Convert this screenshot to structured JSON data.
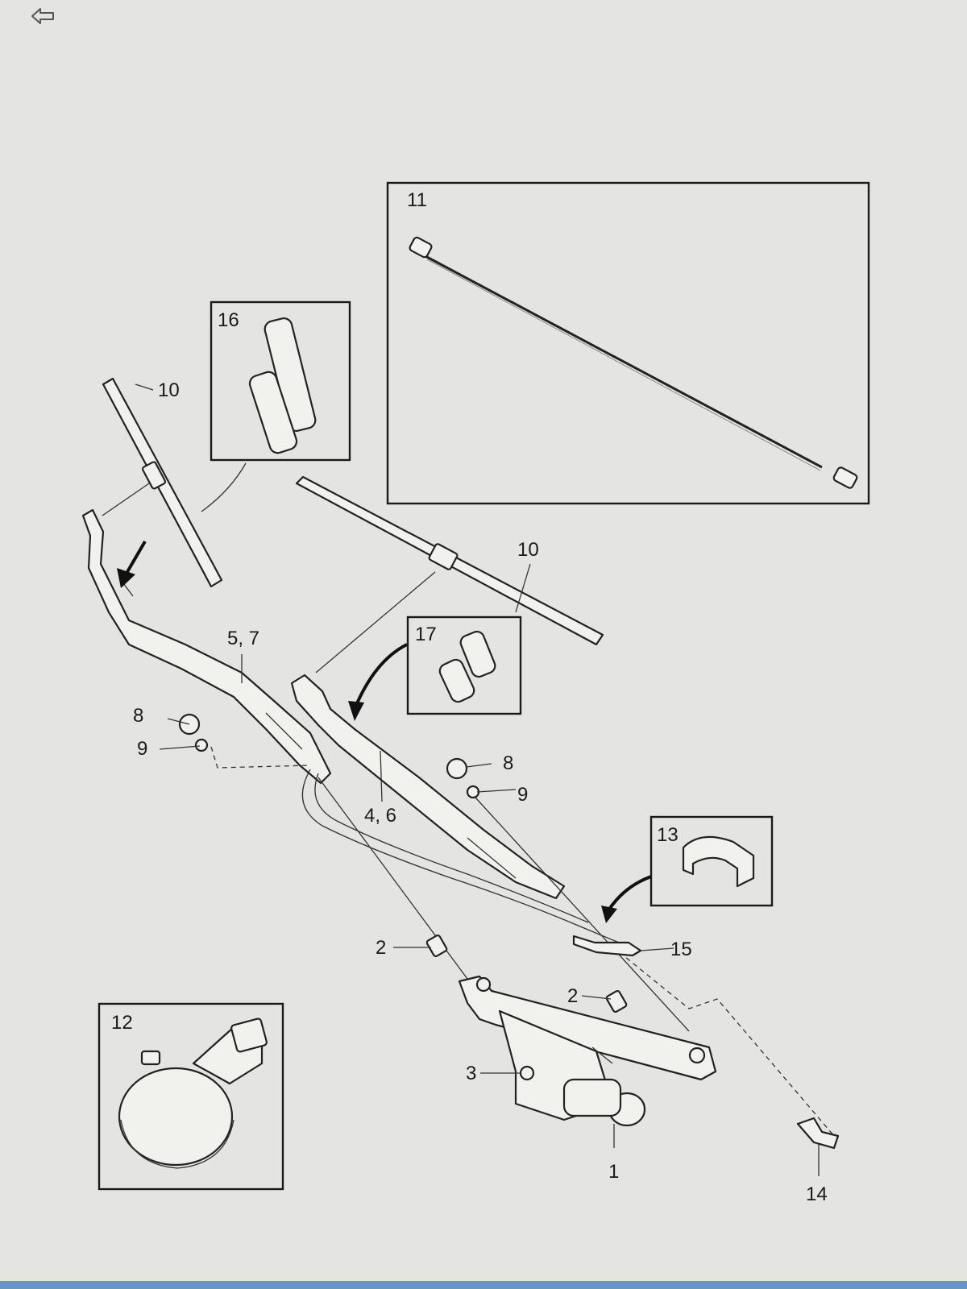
{
  "ui": {
    "back_icon": "back-arrow-icon",
    "accent_color": "#6a93c9"
  },
  "callouts": {
    "c1": "1",
    "c2a": "2",
    "c2b": "2",
    "c3": "3",
    "c46": "4, 6",
    "c57": "5, 7",
    "c8a": "8",
    "c8b": "8",
    "c9a": "9",
    "c9b": "9",
    "c10a": "10",
    "c10b": "10",
    "c11": "11",
    "c12": "12",
    "c13": "13",
    "c14": "14",
    "c15": "15",
    "c16": "16",
    "c17": "17"
  }
}
